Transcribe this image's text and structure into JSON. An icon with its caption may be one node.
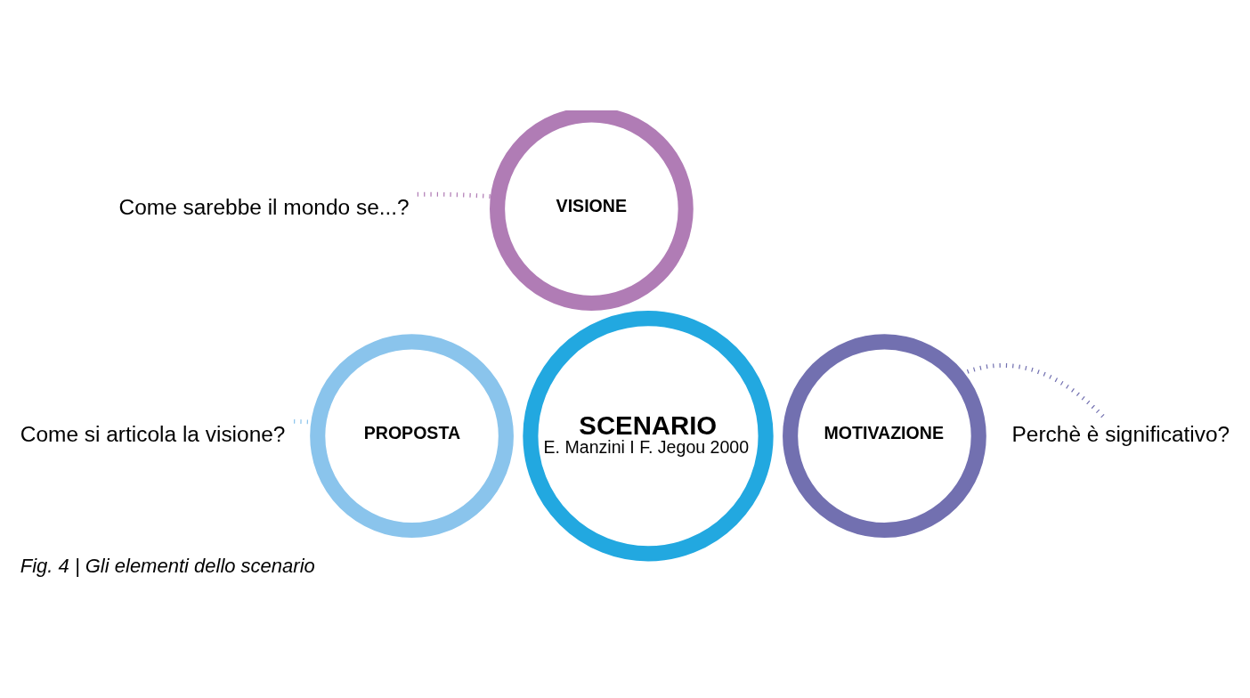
{
  "diagram": {
    "caption": "Fig. 4 | Gli elementi dello scenario",
    "nodes": [
      {
        "text": [
          "VISIONE"
        ]
      },
      {
        "text": [
          "SCENARIO",
          "E. Manzini I F. Jegou 2000"
        ]
      },
      {
        "text": [
          "PROPOSTA"
        ]
      },
      {
        "text": [
          "MOTIVAZIONE"
        ]
      },
      {
        "text": [
          "Come sarebbe il mondo se...?"
        ]
      },
      {
        "text": [
          "Come si articola la visione?"
        ]
      },
      {
        "text": [
          "Perchè è significativo?"
        ]
      }
    ],
    "edges": [
      {
        "from": 4,
        "to": 0,
        "arrow": "none",
        "style": "dashed",
        "color": "#b07cb5"
      },
      {
        "from": 5,
        "to": 2,
        "arrow": "none",
        "style": "dashed",
        "color": "#8ac4ec"
      },
      {
        "from": 6,
        "to": 3,
        "arrow": "none",
        "style": "dashed",
        "color": "#7270b0"
      }
    ]
  }
}
